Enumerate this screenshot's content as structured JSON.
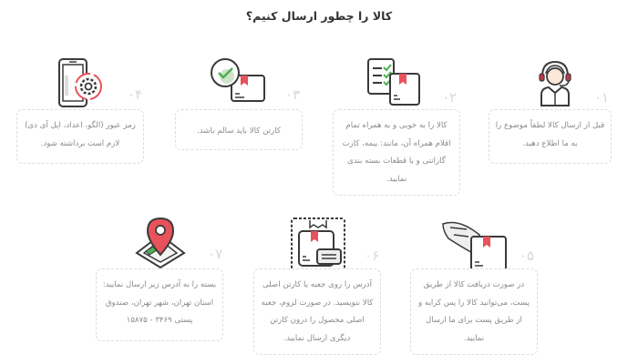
{
  "title": "کالا را چطور ارسال کنیم؟",
  "steps": [
    {
      "number": "۰۱",
      "icon": "support-agent-icon",
      "text": "قبل از ارسال کالا لطفاً موضوع را به ما اطلاع دهید."
    },
    {
      "number": "۰۲",
      "icon": "checklist-box-icon",
      "text": "کالا را به خوبی و به همراه تمام اقلام همراه آن، مانند: بیمه، کارت گارانتی و یا قطعات بسته بندی نمایید."
    },
    {
      "number": "۰۳",
      "icon": "box-check-icon",
      "text": "کارتن کالا باید سالم باشد."
    },
    {
      "number": "۰۴",
      "icon": "phone-settings-icon",
      "text": "رمز عبور (الگو، اعداد، اپل آی دی) لازم است برداشته شود."
    },
    {
      "number": "۰۵",
      "icon": "winged-box-icon",
      "text": "در صورت دریافت کالا از طریق پست، می‌توانید کالا را پس کرایه و از طریق پست برای ما ارسال نمایید."
    },
    {
      "number": "۰۶",
      "icon": "box-label-icon",
      "text": "آدرس را روی جعبه یا کارتن اصلی کالا ننویسید. در صورت لزوم، جعبه اصلی محصول را درون کارتن دیگری ارسال نمایید."
    },
    {
      "number": "۰۷",
      "icon": "map-pin-icon",
      "text": "بسته را به آدرس زیر ارسال نمایید: استان تهران، شهر تهران، صندوق پستی ۳۴۶۹ - ۱۵۸۷۵"
    }
  ],
  "colors": {
    "accent_red": "#e8525b",
    "accent_green": "#4caf50",
    "outline": "#3a3a3a",
    "number": "#d8d8d8",
    "card_border": "#dcdcdc"
  }
}
